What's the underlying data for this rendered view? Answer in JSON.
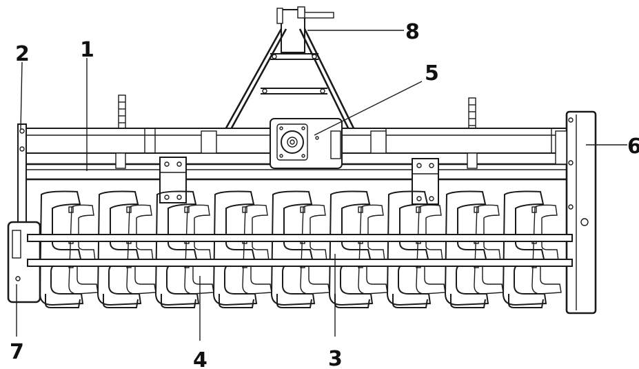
{
  "callouts": [
    {
      "id": "1",
      "label": "1"
    },
    {
      "id": "2",
      "label": "2"
    },
    {
      "id": "3",
      "label": "3"
    },
    {
      "id": "4",
      "label": "4"
    },
    {
      "id": "5",
      "label": "5"
    },
    {
      "id": "6",
      "label": "6"
    },
    {
      "id": "7",
      "label": "7"
    },
    {
      "id": "8",
      "label": "8"
    }
  ],
  "colors": {
    "ink": "#1a1a1a",
    "paper": "#ffffff"
  }
}
